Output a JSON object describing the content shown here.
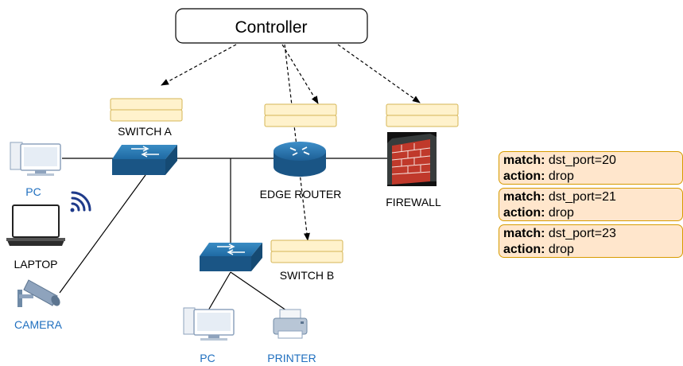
{
  "controller": {
    "label": "Controller"
  },
  "devices": {
    "switch_a": "SWITCH A",
    "edge_router": "EDGE ROUTER",
    "firewall": "FIREWALL",
    "switch_b": "SWITCH B",
    "pc_top": "PC",
    "laptop": "LAPTOP",
    "camera": "CAMERA",
    "pc_bottom": "PC",
    "printer": "PRINTER"
  },
  "flow_rules": [
    {
      "match_key": "match:",
      "match_value": "dst_port=20",
      "action_key": "action:",
      "action_value": "drop"
    },
    {
      "match_key": "match:",
      "match_value": "dst_port=21",
      "action_key": "action:",
      "action_value": "drop"
    },
    {
      "match_key": "match:",
      "match_value": "dst_port=23",
      "action_key": "action:",
      "action_value": "drop"
    }
  ],
  "colors": {
    "label_blue": "#1f6fbf",
    "switch_blue": "#1e6090",
    "table_fill": "#fff2cc",
    "table_border": "#d6b656",
    "rule_fill": "#ffe6cc",
    "rule_border": "#d79b00",
    "wifi_blue": "#1e3a8a"
  }
}
